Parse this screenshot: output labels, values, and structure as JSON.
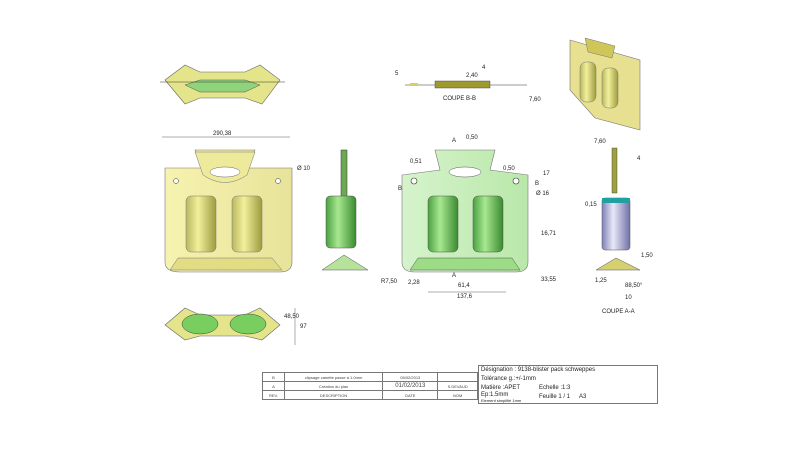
{
  "dims": {
    "width": "290,38",
    "hole_top": "Ø 10",
    "radius": "R7,50",
    "depth1": "48,50",
    "depth2": "97",
    "bb_5": "5",
    "bb_240": "2,40",
    "bb_4": "4",
    "bb_title": "COUPE B-B",
    "bb_760": "7,60",
    "a_top": "A",
    "d050a": "0,50",
    "d051": "0,51",
    "d050b": "0,50",
    "d17": "17",
    "b1": "B",
    "b2": "B",
    "hole2": "Ø 16",
    "d1671": "16,71",
    "d3355": "33,55",
    "d228": "2,28",
    "d614": "61,4",
    "d1376": "137,6",
    "a_bot": "A",
    "aa_760": "7,60",
    "aa_4": "4",
    "aa_015": "0,15",
    "aa_150": "1,50",
    "aa_125": "1,25",
    "aa_angle": "88,50°",
    "aa_10": "10",
    "aa_title": "COUPE A-A"
  },
  "revisions": {
    "rows": [
      {
        "rev": "B",
        "desc": "clipsage canette passe à 1.0mm",
        "date": "05/02/2013",
        "name": ""
      },
      {
        "rev": "A",
        "desc": "Création du plan",
        "date": "01/02/2013",
        "name": "S.DEVAUD"
      }
    ],
    "header": {
      "rev": "REV.",
      "desc": "DESCRIPTION",
      "date": "DATE",
      "name": "NOM"
    }
  },
  "title_block": {
    "designation": "Désignation : 9138-blister pack schweppes",
    "tolerance": "Tolérance g.:+/-1mm",
    "material": "Matière :APET",
    "thickness": "Ep:1.5mm",
    "note": "Element simplifié 1mm",
    "scale": "Echelle :1:3",
    "sheet": "Feuille 1 / 1",
    "format": "A3"
  }
}
